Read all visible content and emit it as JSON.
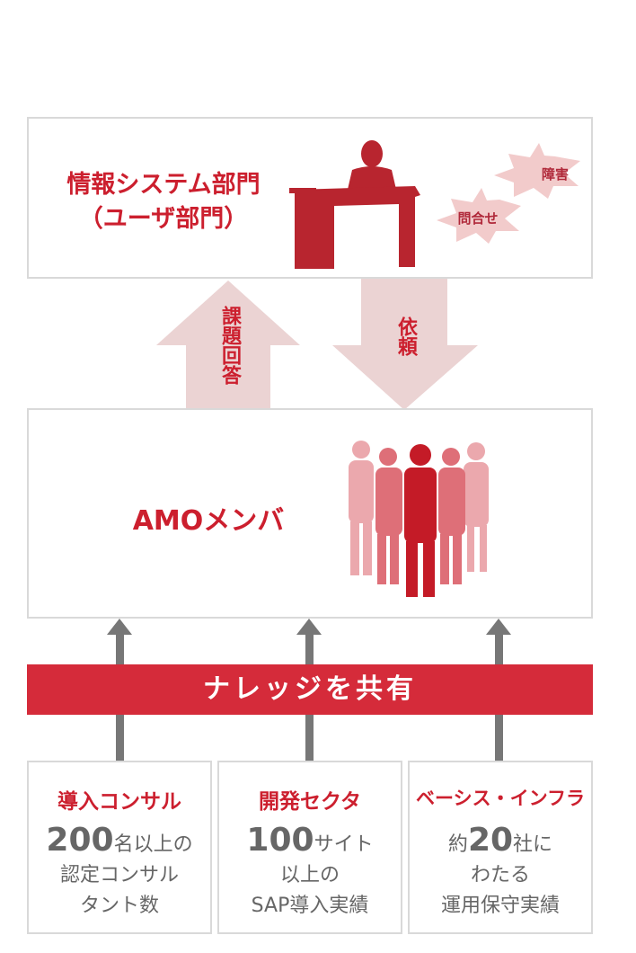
{
  "top": {
    "title_line1": "情報システム部門",
    "title_line2": "（ユーザ部門）",
    "burst_1": "障害",
    "burst_2": "問合せ"
  },
  "arrows": {
    "up_label": "課題回答",
    "down_label": "依頼"
  },
  "middle": {
    "title": "AMOメンバ"
  },
  "knowledge": {
    "label": "ナレッジを共有"
  },
  "cards": [
    {
      "title": "導入コンサル",
      "line1_num": "200",
      "line1_text": "名以上の",
      "line2": "認定コンサル",
      "line3": "タント数"
    },
    {
      "title": "開発セクタ",
      "line1_num": "100",
      "line1_text": "サイト",
      "line2": "以上の",
      "line3": "SAP導入実績"
    },
    {
      "title": "ベーシス・インフラ",
      "line1_pre": "約",
      "line1_num": "20",
      "line1_text": "社に",
      "line2": "わたる",
      "line3": "運用保守実績"
    }
  ],
  "colors": {
    "accent": "#cc1f2e",
    "bar": "#d52b3a",
    "arrow_fill": "#ebd3d3",
    "border": "#d9d9d9",
    "connector": "#777777"
  }
}
